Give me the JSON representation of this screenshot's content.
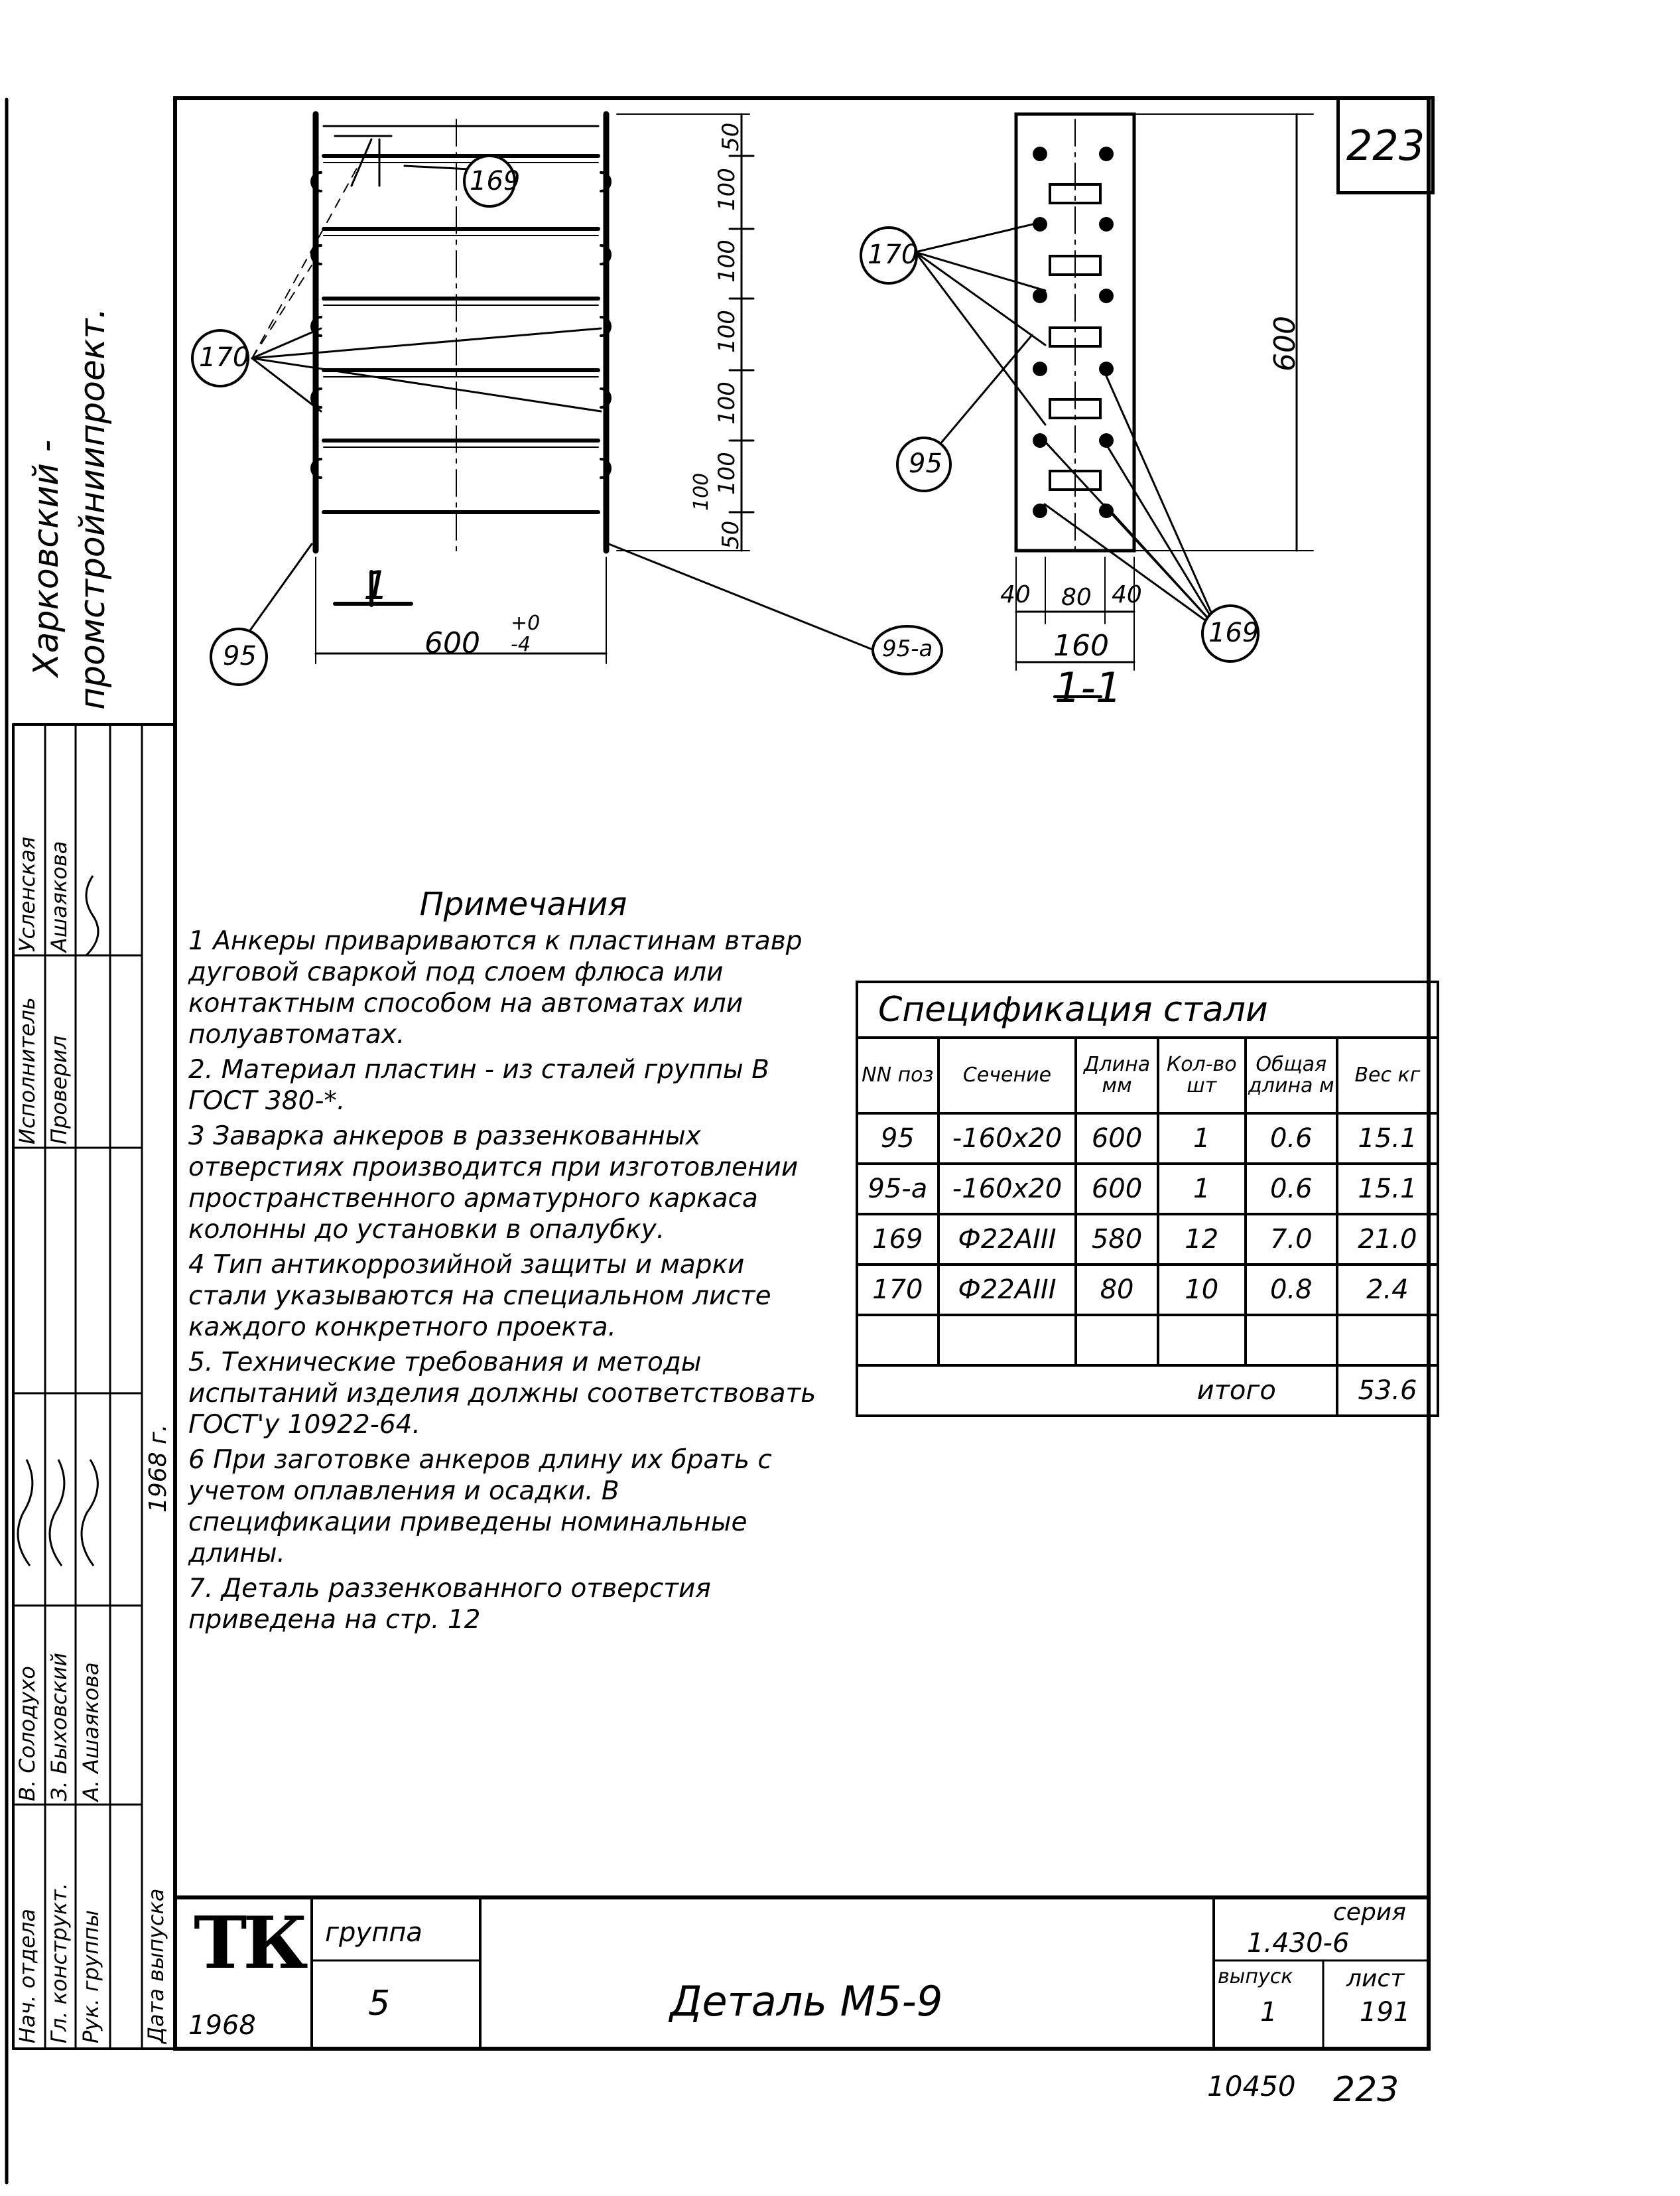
{
  "sheet_number": "223",
  "org_name": [
    "Харковский -",
    "промстройниипроект."
  ],
  "drawing_labels": {
    "callout_169_front": "169",
    "callout_170_front": "170",
    "callout_95_front": "95",
    "callout_95a": "95-a",
    "callout_170_side": "170",
    "callout_95_side": "95",
    "callout_169_side": "169",
    "section_mark": "1",
    "section_title": "1-1",
    "dim_600_width": "600",
    "dim_600_tol_plus": "+0",
    "dim_600_tol_minus": "-4",
    "dim_heights": [
      "50",
      "100",
      "100",
      "100",
      "100",
      "100",
      "100",
      "50"
    ],
    "dim_600_height": "600",
    "dim_40_left": "40",
    "dim_80": "80",
    "dim_40_right": "40",
    "dim_160": "160"
  },
  "notes": {
    "title": "Примечания",
    "items": [
      "1 Анкеры привариваются к пластинам втавр дуговой сваркой под слоем флюса или контактным способом на автоматах или полуавтоматах.",
      "2. Материал пластин - из сталей группы В ГОСТ 380-*.",
      "3 Заварка анкеров в раззенкованных отверстиях производится при изготовлении пространственного арматурного каркаса колонны до установки в опалубку.",
      "4 Тип антикоррозийной защиты и марки стали указываются на специальном листе каждого конкретного проекта.",
      "5. Технические требования и методы испытаний изделия должны соответствовать ГОСТ'у 10922-64.",
      "6 При заготовке анкеров длину их брать с учетом оплавления и осадки. В спецификации приведены номинальные длины.",
      "7. Деталь раззенкованного отверстия приведена на стр. 12"
    ]
  },
  "spec": {
    "title": "Спецификация стали",
    "headers": [
      "NN поз",
      "Сечение",
      "Длина мм",
      "Кол-во шт",
      "Общая длина м",
      "Вес кг"
    ],
    "rows": [
      [
        "95",
        "-160x20",
        "600",
        "1",
        "0.6",
        "15.1"
      ],
      [
        "95-а",
        "-160x20",
        "600",
        "1",
        "0.6",
        "15.1"
      ],
      [
        "169",
        "Ф22AIII",
        "580",
        "12",
        "7.0",
        "21.0"
      ],
      [
        "170",
        "Ф22AIII",
        "80",
        "10",
        "0.8",
        "2.4"
      ],
      [
        "",
        "",
        "",
        "",
        "",
        ""
      ]
    ],
    "total_label": "итого",
    "total_value": "53.6"
  },
  "title_block": {
    "logo": "ТК",
    "year": "1968",
    "group_label": "группа",
    "group_value": "5",
    "title": "Деталь М5-9",
    "series_label": "серия",
    "series_value": "1.430-6",
    "issue_label": "выпуск",
    "issue_value": "1",
    "sheet_label": "лист",
    "sheet_value": "191",
    "footer_code": "10450",
    "footer_page": "223"
  },
  "side_stamp": {
    "roles": [
      "Нач. отдела",
      "Гл. конструкт.",
      "Рук. группы",
      "Исполнитель",
      "Проверил",
      "Дата выпуска"
    ],
    "names": [
      "В. Солодухо",
      "З. Быховский",
      "А. Ашаякова",
      "Усленская",
      "Ашаякова"
    ],
    "date": "1968 г."
  }
}
